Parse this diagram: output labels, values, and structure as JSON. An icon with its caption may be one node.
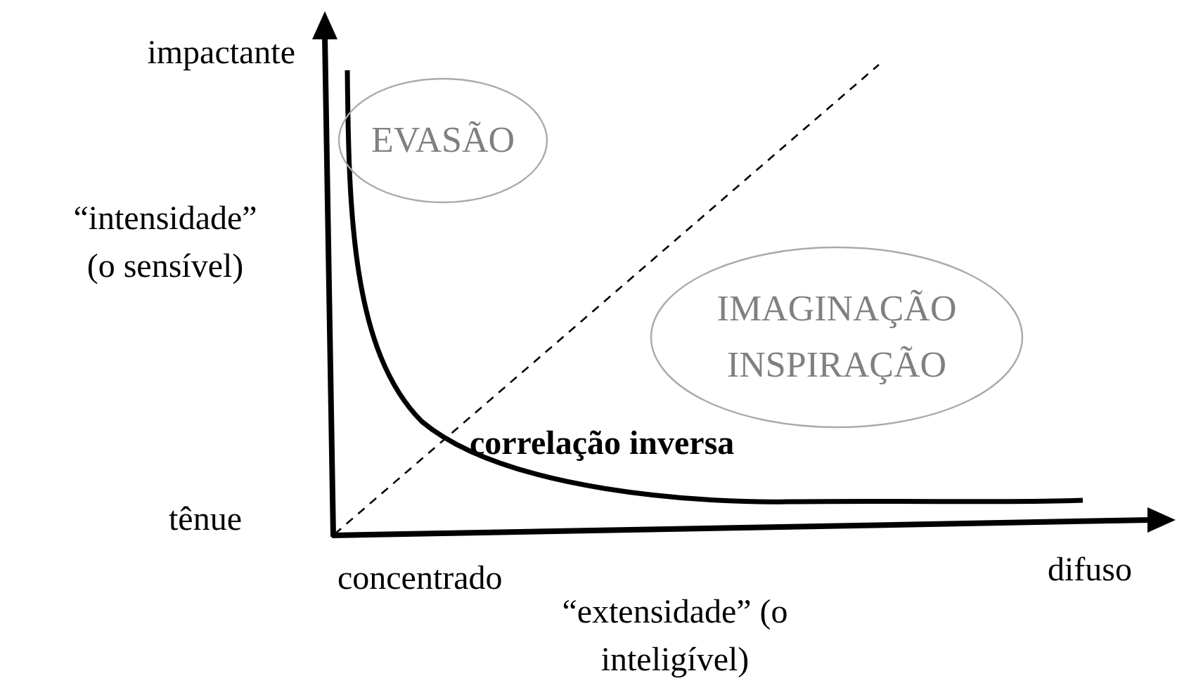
{
  "diagram": {
    "nodes": [
      {
        "text": [
          "EVASÃO"
        ]
      },
      {
        "text": [
          "IMAGINAÇÃO INSPIRAÇÃO"
        ]
      }
    ],
    "labels": [
      "impactante",
      "“intensidade” (o sensível)",
      "tênue",
      "correlação inversa",
      "concentrado",
      "difuso",
      "“extensidade” (o inteligível)"
    ]
  }
}
